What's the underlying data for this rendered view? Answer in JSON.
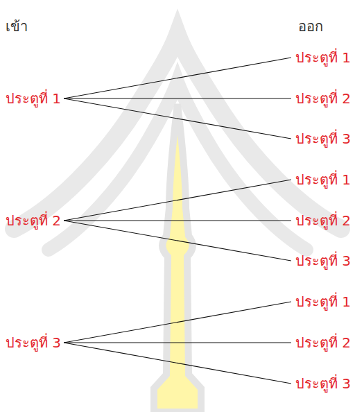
{
  "diagram": {
    "nodes": [
      {
        "text": [
          "ประตูที่ 1"
        ]
      },
      {
        "text": [
          "ประตูที่ 1"
        ]
      },
      {
        "text": [
          "ประตูที่ 2"
        ]
      },
      {
        "text": [
          "ประตูที่ 3"
        ]
      },
      {
        "text": [
          "ประตูที่ 2"
        ]
      },
      {
        "text": [
          "ประตูที่ 1"
        ]
      },
      {
        "text": [
          "ประตูที่ 2"
        ]
      },
      {
        "text": [
          "ประตูที่ 3"
        ]
      },
      {
        "text": [
          "ประตูที่ 3"
        ]
      },
      {
        "text": [
          "ประตูที่ 1"
        ]
      },
      {
        "text": [
          "ประตูที่ 2"
        ]
      },
      {
        "text": [
          "ประตูที่ 3"
        ]
      }
    ],
    "edges": [
      {
        "from": 0,
        "to": 1,
        "arrow": "none"
      },
      {
        "from": 0,
        "to": 2,
        "arrow": "none"
      },
      {
        "from": 0,
        "to": 3,
        "arrow": "none"
      },
      {
        "from": 4,
        "to": 5,
        "arrow": "none"
      },
      {
        "from": 4,
        "to": 6,
        "arrow": "none"
      },
      {
        "from": 4,
        "to": 7,
        "arrow": "none"
      },
      {
        "from": 8,
        "to": 9,
        "arrow": "none"
      },
      {
        "from": 8,
        "to": 10,
        "arrow": "none"
      },
      {
        "from": 8,
        "to": 11,
        "arrow": "none"
      }
    ],
    "labels": [
      "เข้า",
      "ออก"
    ]
  }
}
